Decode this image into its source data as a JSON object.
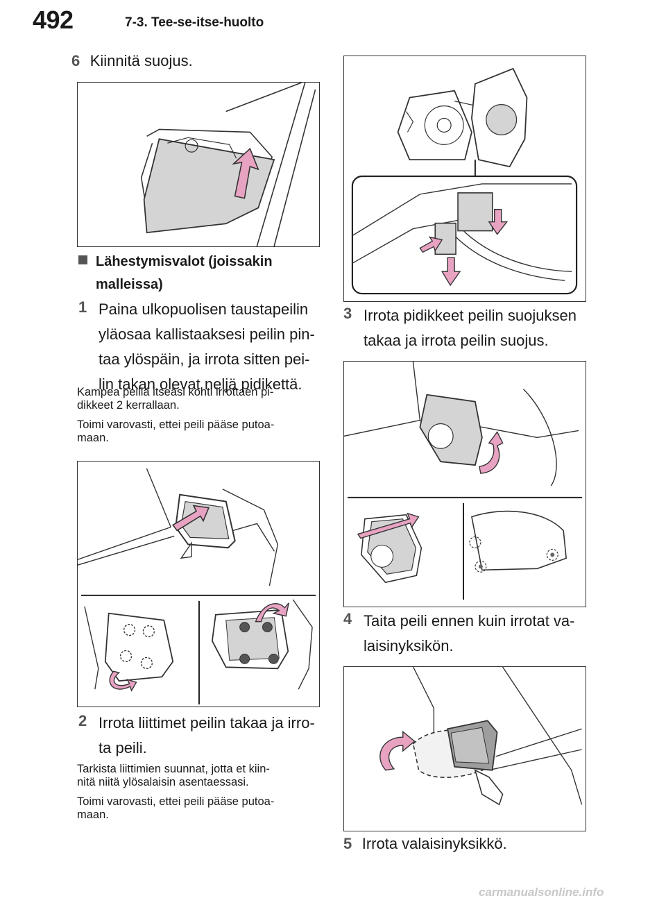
{
  "header": {
    "page_number": "492",
    "section": "7-3. Tee-se-itse-huolto"
  },
  "left": {
    "step6": {
      "num": "6",
      "text": "Kiinnitä suojus."
    },
    "subheading_line1": "Lähestymisvalot (joissakin",
    "subheading_line2": "malleissa)",
    "step1": {
      "num": "1",
      "lines": [
        "Paina ulkopuolisen taustapeilin",
        "yläosaa kallistaaksesi peilin pin-",
        "taa ylöspäin, ja irrota sitten pei-",
        "lin takan olevat neljä pidikettä."
      ]
    },
    "note1": [
      "Kampea peiliä itseäsi kohti irrottaen pi-",
      "dikkeet 2 kerrallaan."
    ],
    "note2": [
      "Toimi varovasti, ettei peili pääse putoa-",
      "maan."
    ],
    "step2": {
      "num": "2",
      "lines": [
        "Irrota liittimet peilin takaa ja irro-",
        "ta peili."
      ]
    },
    "note3": [
      "Tarkista liittimien suunnat, jotta et kiin-",
      "nitä niitä ylösalaisin asentaessasi."
    ],
    "note4": [
      "Toimi varovasti, ettei peili pääse putoa-",
      "maan."
    ]
  },
  "right": {
    "step3": {
      "num": "3",
      "lines": [
        "Irrota pidikkeet peilin suojuksen",
        "takaa ja irrota peilin suojus."
      ]
    },
    "step4": {
      "num": "4",
      "lines": [
        "Taita peili ennen kuin irrotat va-",
        "laisinyksikön."
      ]
    },
    "step5": {
      "num": "5",
      "text": "Irrota valaisinyksikkö."
    }
  },
  "footer": {
    "watermark": "carmanualsonline.info"
  },
  "colors": {
    "arrow": "#e8a2c2",
    "arrow_stroke": "#333333",
    "part_fill": "#d4d4d4",
    "line": "#333333"
  }
}
